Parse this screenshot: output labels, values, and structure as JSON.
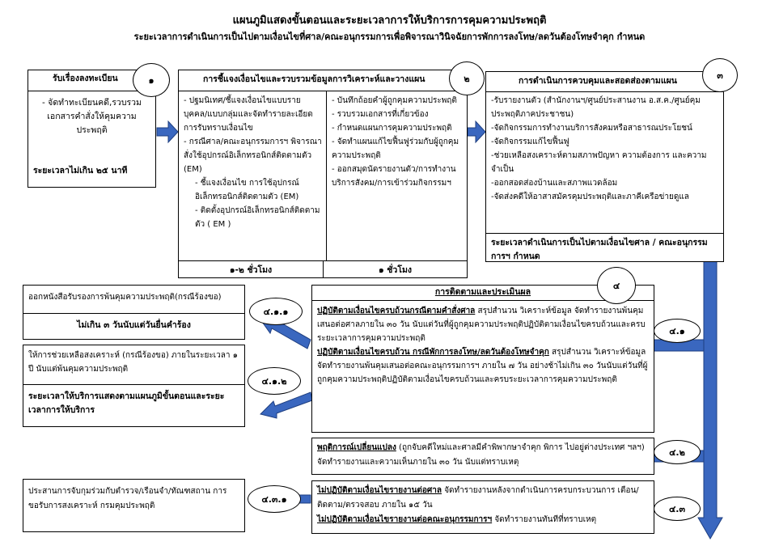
{
  "title": "แผนภูมิแสดงขั้นตอนและระยะเวลาการให้บริการการคุมความประพฤติ",
  "subtitle": "ระยะเวลาการดำเนินการเป็นไปตามเงื่อนไขที่ศาล/คณะอนุกรรมการเพื่อพิจารณาวินิจฉัยการพักการลงโทษ/ลดวันต้องโทษจำคุก กำหนด",
  "step1": {
    "header": "รับเรื่องลงทะเบียน",
    "num": "๑",
    "body": "- จัดทำทะเบียนคดี,รวบรวม เอกสารคำสั่งให้คุมความประพฤติ",
    "time": "ระยะเวลาไม่เกิน ๒๕ นาที"
  },
  "step2": {
    "header": "การชี้แจงเงื่อนไขและรวบรวมข้อมูลการวิเคราะห์และวางแผน",
    "num": "๒",
    "left": [
      "- ปฐมนิเทศ/ชี้แจงเงื่อนไขแบบรายบุคคล/แบบกลุ่มและจัดทำรายละเอียดการรับทราบเงื่อนไข",
      "- กรณีศาล/คณะอนุกรรมการฯ พิจารณาสั่งใช้อุปกรณ์อิเล็กทรอนิกส์ติดตามตัว (EM)",
      "- ชี้แจงเงื่อนไข การใช้อุปกรณ์อิเล็กทรอนิกส์ติดตามตัว (EM)",
      "- ติดตั้งอุปกรณ์อิเล็กทรอนิกส์ติดตามตัว ( EM )"
    ],
    "right": [
      "- บันทึกถ้อยคำผู้ถูกคุมความประพฤติ",
      "- รวบรวมเอกสารที่เกี่ยวข้อง",
      "- กำหนดแผนการคุมความประพฤติ",
      "- จัดทำแผนแก้ไขฟื้นฟูร่วมกับผู้ถูกคุมความประพฤติ",
      "- ออกสมุดนัดรายงานตัว/การทำงานบริการสังคม/การเข้าร่วมกิจกรรมฯ"
    ],
    "time_left": "๑-๒ ชั่วโมง",
    "time_right": "๑ ชั่วโมง"
  },
  "step3": {
    "header": "การดำเนินการควบคุมและสอดส่องตามแผน",
    "num": "๓",
    "items": [
      "-รับรายงานตัว (สำนักงานฯ/ศูนย์ประสานงาน อ.ส.ค./ศูนย์คุมประพฤติภาคประชาชน)",
      "-จัดกิจกรรมการทำงานบริการสังคมหรือสาธารณประโยชน์",
      "-จัดกิจกรรมแก้ไขฟื้นฟู",
      "-ช่วยเหลือสงเคราะห์ตามสภาพปัญหา ความต้องการ และความจำเป็น",
      "-ออกสอดส่องบ้านและสภาพแวดล้อม",
      "-จัดส่งคดีให้อาสาสมัครคุมประพฤติและภาคีเครือข่ายดูแล"
    ],
    "time": "ระยะเวลาดำเนินการเป็นไปตามเงื่อนไขศาล / คณะอนุกรรมการฯ กำหนด"
  },
  "step4": {
    "header": "การติดตามและประเมินผล",
    "num": "๔",
    "p1_title": "ปฏิบัติตามเงื่อนไขครบถ้วนกรณีตามคำสั่งศาล",
    "p1_text": " สรุปสำนวน วิเคราะห์ข้อมูล จัดทำรายงานพ้นคุมเสนอต่อศาลภายใน ๓๐ วัน นับแต่วันที่ผู้ถูกคุมความประพฤติปฏิบัติตามเงื่อนไขครบถ้วนและครบระยะเวลาการคุมความประพฤติ",
    "p2_title": "ปฏิบัติตามเงื่อนไขครบถ้วน กรณีพักการลงโทษ/ลดวันต้องโทษจำคุก",
    "p2_text": " สรุปสำนวน วิเคราะห์ข้อมูล จัดทำรายงานพ้นคุมเสนอต่อคณะอนุกรรมการฯ ภายใน ๗ วัน อย่างช้าไม่เกิน ๓๐ วันนับแต่วันที่ผู้ถูกคุมความประพฤติปฏิบัติตามเงื่อนไขครบถ้วนและครบระยะเวลาการคุมความประพฤติ",
    "p3_title": "พฤติการณ์เปลี่ยนแปลง",
    "p3_text": " (ถูกจับคดีใหม่และศาลมีคำพิพากษาจำคุก พิการ ไปอยู่ต่างประเทศ ฯลฯ) จัดทำรายงานและความเห็นภายใน ๓๐ วัน นับแต่ทราบเหตุ",
    "p4_title": "ไม่ปฏิบัติตามเงื่อนไขรายงานต่อศาล",
    "p4_text": " จัดทำรายงานหลังจากดำเนินการครบกระบวนการ เตือน/ติดตาม/ตรวจสอบ ภายใน ๑๕ วัน",
    "p5_title": "ไม่ปฏิบัติตามเงื่อนไขรายงานต่อคณะอนุกรรมการฯ",
    "p5_text": " จัดทำรายงานทันทีที่ทราบเหตุ"
  },
  "box411": {
    "text": "ออกหนังสือรับรองการพ้นคุมความประพฤติ(กรณีร้องขอ)",
    "time": "ไม่เกิน ๓ วันนับแต่วันยื่นคำร้อง",
    "label": "๔.๑.๑"
  },
  "box412": {
    "text": "ให้การช่วยเหลือสงเคราะห์ (กรณีร้องขอ) ภายในระยะเวลา ๑ ปี นับแต่พ้นคุมความประพฤติ",
    "time": "ระยะเวลาให้บริการแสดงตามแผนภูมิขั้นตอนและระยะเวลาการให้บริการ",
    "label": "๔.๑.๒"
  },
  "box431": {
    "text": "ประสานการจับกุมร่วมกับตำรวจ/เรือนจำ/ทัณฑสถาน การขอรับการสงเคราะห์ กรมคุมประพฤติ",
    "label": "๔.๓.๑"
  },
  "labels": {
    "l41": "๔.๑",
    "l42": "๔.๒",
    "l43": "๔.๓"
  }
}
